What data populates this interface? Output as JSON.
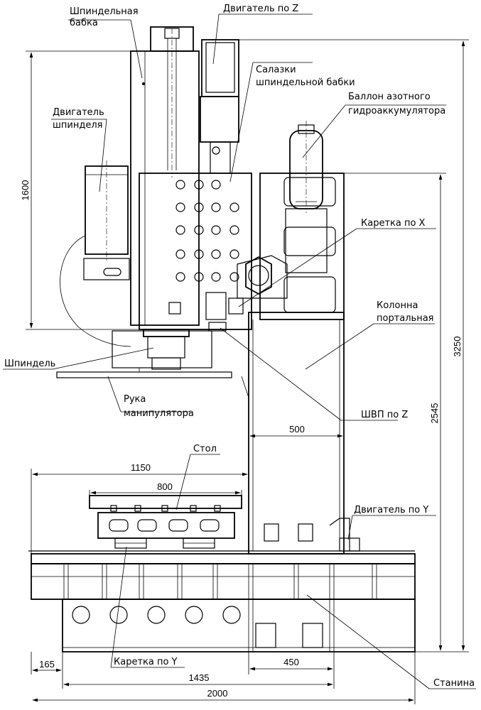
{
  "labels": {
    "spindle_head": "Шпиндельная\nбабка",
    "motor_z": "Двигатель по Z",
    "spindle_slide": "Салазки\nшпиндельной бабки",
    "accumulator": "Баллон азотного\nгидроаккумулятора",
    "spindle_motor": "Двигатель\nшпинделя",
    "carriage_x": "Каретка по X",
    "column": "Колонна\nпортальная",
    "spindle": "Шпиндель",
    "manipulator": "Рука\nманипулятора",
    "ballscrew_z": "ШВП по Z",
    "table": "Стол",
    "motor_y": "Двигатель по Y",
    "carriage_y": "Каретка по Y",
    "bed": "Станина"
  },
  "dimensions": {
    "d1600": "1600",
    "d3250": "3250",
    "d2545": "2545",
    "d500": "500",
    "d1150": "1150",
    "d800": "800",
    "d165": "165",
    "d450": "450",
    "d1435": "1435",
    "d2000": "2000"
  }
}
